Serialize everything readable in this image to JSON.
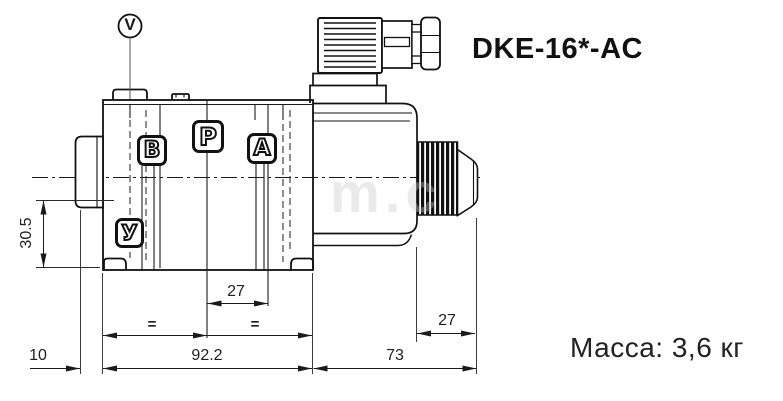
{
  "title": "DKE-16*-AC",
  "mass_label": "Масса: 3,6 кг",
  "symbol": {
    "gauge": "V"
  },
  "ports": {
    "b": "B",
    "p": "P",
    "a": "A",
    "y": "У"
  },
  "dims": {
    "height": "30.5",
    "port_spacing": "27",
    "override_length": "27",
    "equal_left": "=",
    "equal_right": "=",
    "plug_offset": "10",
    "body_length": "92.2",
    "solenoid_length": "73"
  },
  "watermark": "m.c",
  "colors": {
    "line": "#1a1a1a",
    "background": "#ffffff"
  }
}
